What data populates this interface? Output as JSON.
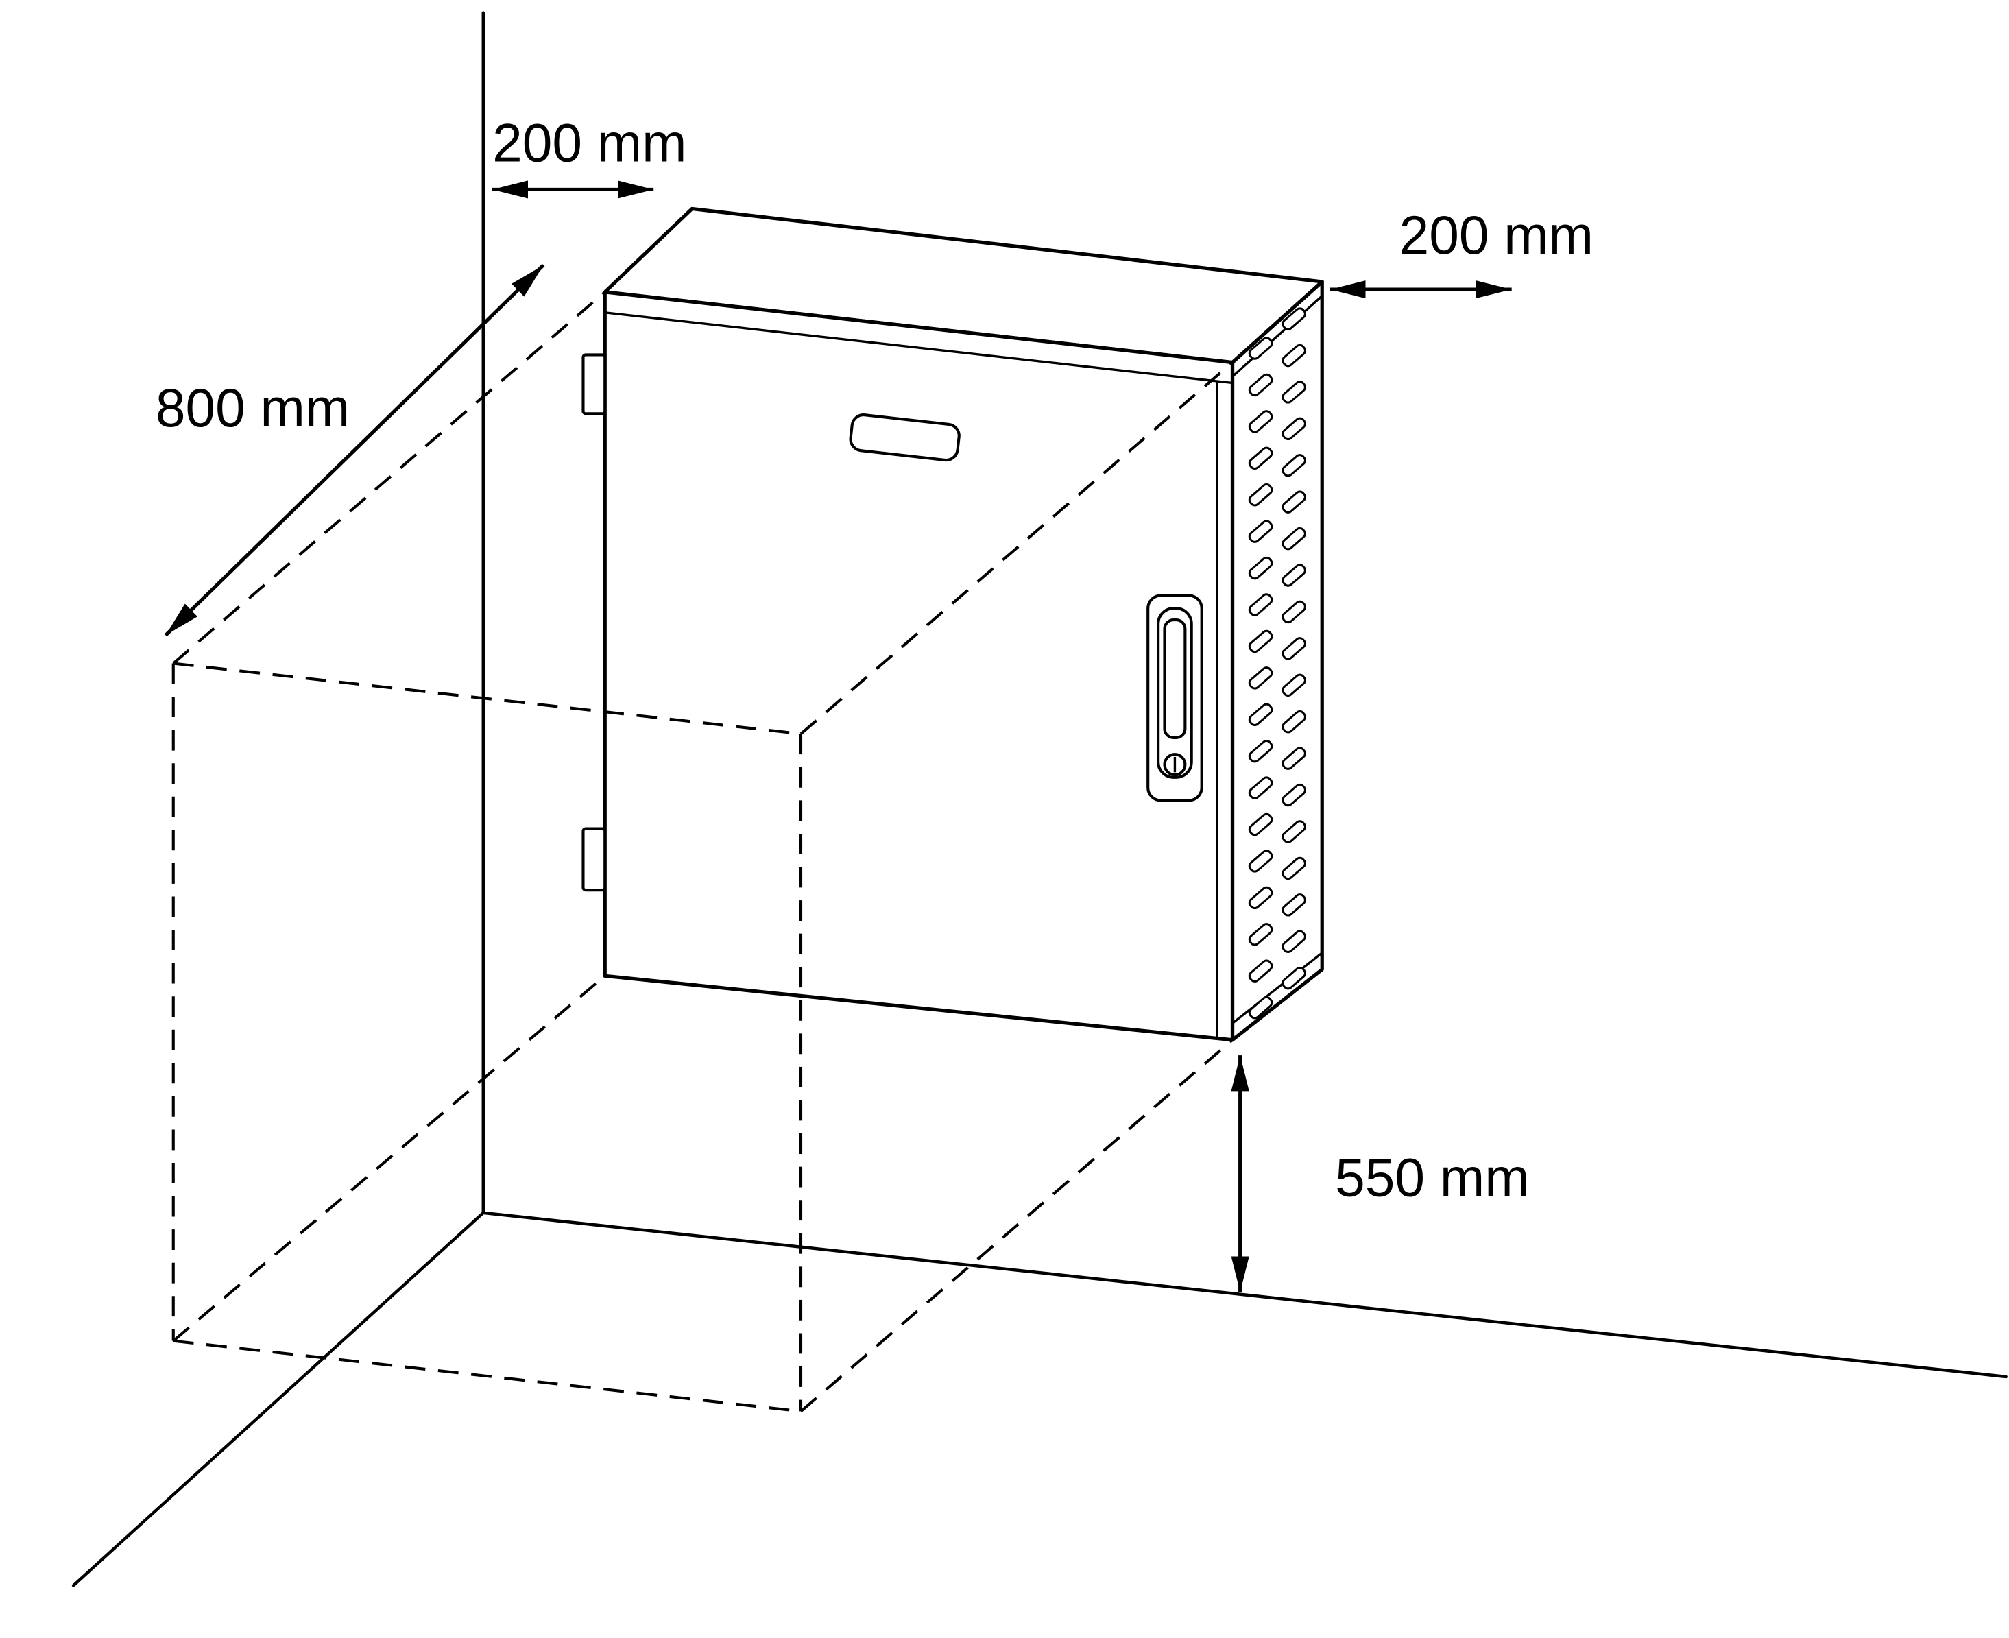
{
  "diagram": {
    "dimensions": {
      "top_left_clearance": "200 mm",
      "right_clearance": "200 mm",
      "front_clearance": "800 mm",
      "bottom_clearance": "550 mm"
    },
    "colors": {
      "line": "#000000",
      "background": "#ffffff"
    }
  }
}
